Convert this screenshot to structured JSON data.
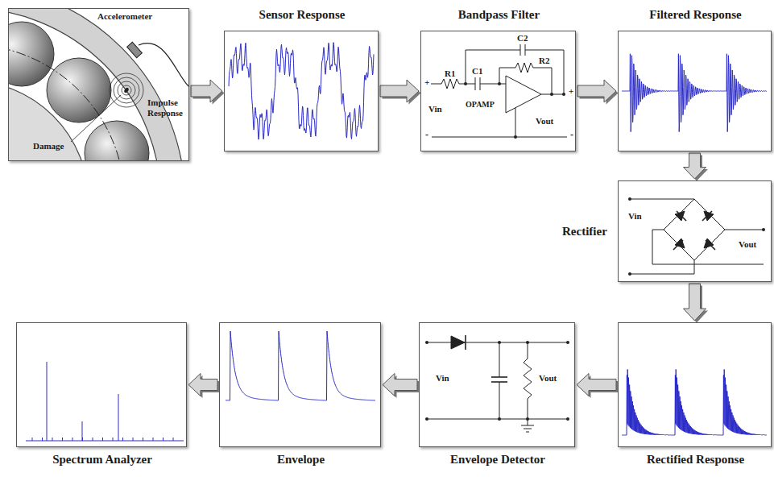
{
  "diagram": {
    "nodes": [
      {
        "text": [
          "Accelerometer",
          "Impulse Response",
          "Damage"
        ]
      },
      {
        "text": [
          "Sensor Response"
        ]
      },
      {
        "text": [
          "Bandpass Filter",
          "R1",
          "C1",
          "C2",
          "R2",
          "OPAMP",
          "Vin",
          "Vout",
          "+",
          "+",
          "-",
          "-"
        ]
      },
      {
        "text": [
          "Filtered Response"
        ]
      },
      {
        "text": [
          "Rectifier",
          "Vin",
          "Vout"
        ]
      },
      {
        "text": [
          "Rectified Response"
        ]
      },
      {
        "text": [
          "Envelope Detector",
          "Vin",
          "Vout"
        ]
      },
      {
        "text": [
          "Envelope"
        ]
      },
      {
        "text": [
          "Spectrum Analyzer"
        ]
      }
    ],
    "edges": [
      {
        "from": 0,
        "to": 1,
        "arrow": "to"
      },
      {
        "from": 1,
        "to": 2,
        "arrow": "to"
      },
      {
        "from": 2,
        "to": 3,
        "arrow": "to"
      },
      {
        "from": 3,
        "to": 4,
        "arrow": "to"
      },
      {
        "from": 4,
        "to": 5,
        "arrow": "to"
      },
      {
        "from": 5,
        "to": 6,
        "arrow": "to"
      },
      {
        "from": 6,
        "to": 7,
        "arrow": "to"
      },
      {
        "from": 7,
        "to": 8,
        "arrow": "to"
      }
    ]
  }
}
